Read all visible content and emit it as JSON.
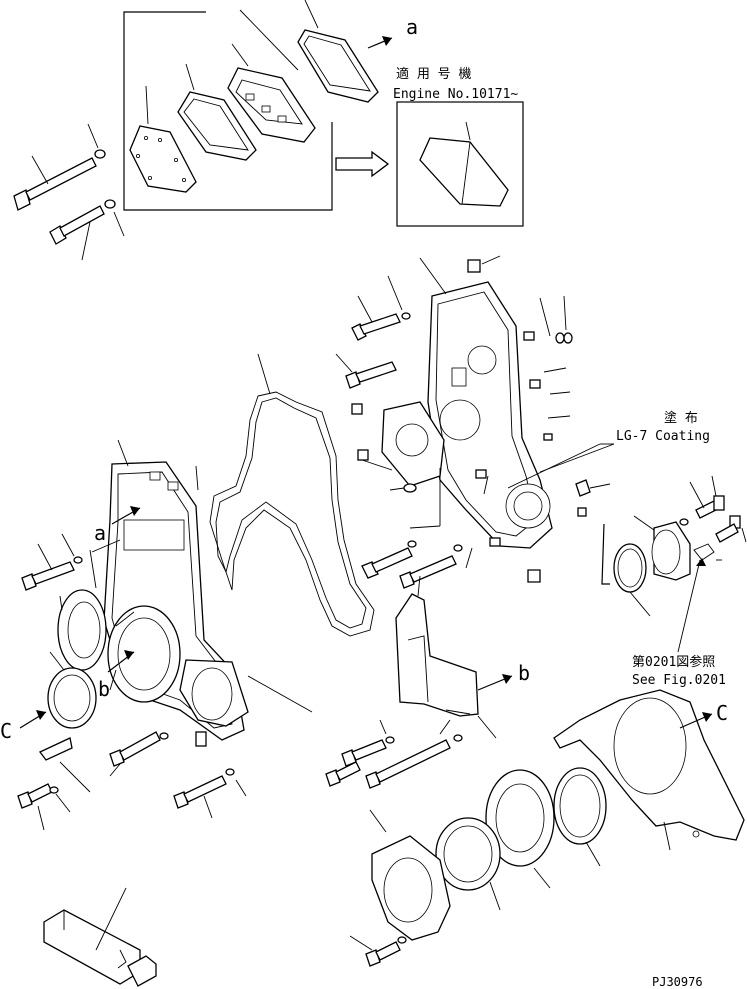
{
  "callouts": {
    "applicable_engine_jp": "適 用 号 機",
    "applicable_engine_en": "Engine No.10171~",
    "coating_jp": "塗 布",
    "coating_en": "LG-7 Coating",
    "see_fig_jp": "第0201図参照",
    "see_fig_en": "See Fig.0201"
  },
  "ref_letters": {
    "a_top": "a",
    "a_left": "a",
    "b_left": "b",
    "b_mid": "b",
    "c_left": "C",
    "c_right": "C"
  },
  "drawing_number": "PJ30976"
}
